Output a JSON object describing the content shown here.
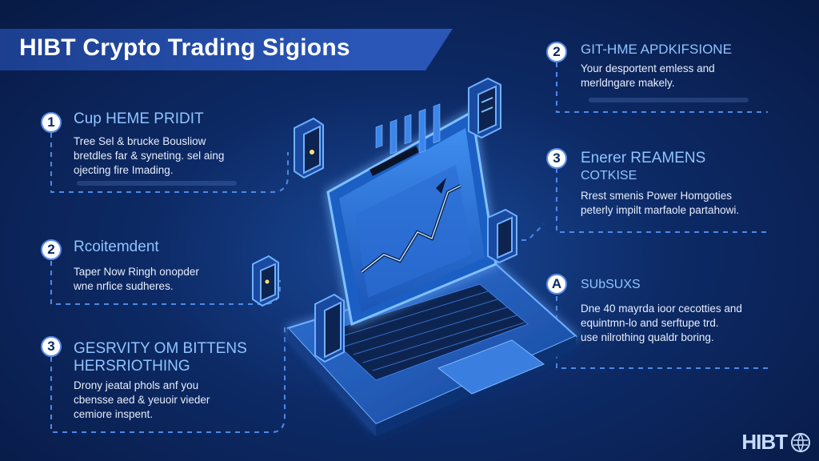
{
  "title": "HIBT Crypto Trading Sigions",
  "left_items": [
    {
      "badge": "1",
      "heading_lines": [
        "Cup HEME PRIDIT"
      ],
      "body_lines": [
        "Tree Sel & brucke Bousliow",
        "bretdles far & syneting. sel aing",
        "ojecting fire Imading."
      ]
    },
    {
      "badge": "2",
      "heading_lines": [
        "Rcoitemdent"
      ],
      "body_lines": [
        "Taper Now Ringh onopder",
        "wne nrfice sudheres."
      ]
    },
    {
      "badge": "3",
      "heading_lines": [
        "GESRVITY OM BITTENS",
        "HERSRIOTHING"
      ],
      "body_lines": [
        "Drony jeatal phols anf you",
        "cbensse aed & yeuoir vieder",
        "cemiore inspent."
      ]
    }
  ],
  "right_items": [
    {
      "badge": "2",
      "heading_lines": [
        "GIT-HME APDKIFSIONE"
      ],
      "body_lines": [
        "Your desportent emless and",
        "merldngare makely."
      ]
    },
    {
      "badge": "3",
      "heading_lines": [
        "Enerer REAMENS",
        "COTKISE"
      ],
      "body_lines": [
        "Rrest smenis Power Homgoties",
        "peterly impilt marfaole partahowi."
      ]
    },
    {
      "badge": "A",
      "heading_lines": [
        "SUbSUXS"
      ],
      "body_lines": [
        "Dne 40 mayrda ioor cecotties and",
        "equintmn-lo and serftupe trd.",
        "use nilrothing qualdr boring."
      ]
    }
  ],
  "logo_text": "HIBT",
  "colors": {
    "accent": "#8fc4ff",
    "banner": "#2a56b8",
    "background": "#0d2a66"
  },
  "icons": {
    "laptop": "laptop-illustration",
    "server": "server-icon"
  }
}
